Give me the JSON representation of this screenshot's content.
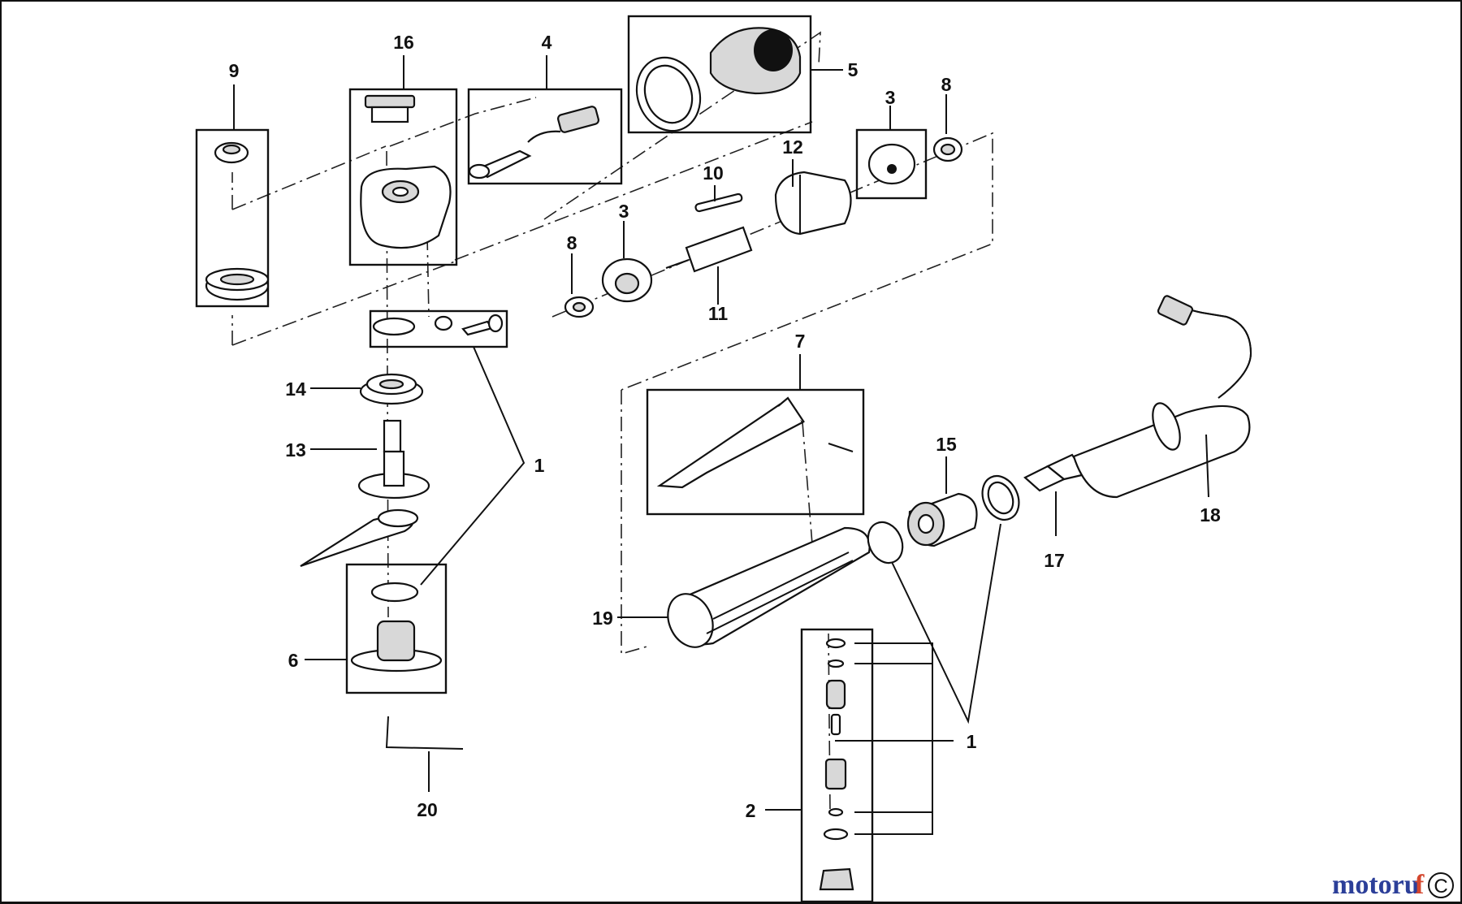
{
  "callouts": [
    {
      "id": "c9",
      "text": "9"
    },
    {
      "id": "c16",
      "text": "16"
    },
    {
      "id": "c4",
      "text": "4"
    },
    {
      "id": "c5",
      "text": "5"
    },
    {
      "id": "c3a",
      "text": "3"
    },
    {
      "id": "c8a",
      "text": "8"
    },
    {
      "id": "c12",
      "text": "12"
    },
    {
      "id": "c10",
      "text": "10"
    },
    {
      "id": "c3b",
      "text": "3"
    },
    {
      "id": "c8b",
      "text": "8"
    },
    {
      "id": "c11",
      "text": "11"
    },
    {
      "id": "c14",
      "text": "14"
    },
    {
      "id": "c13",
      "text": "13"
    },
    {
      "id": "c1a",
      "text": "1"
    },
    {
      "id": "c6",
      "text": "6"
    },
    {
      "id": "c20",
      "text": "20"
    },
    {
      "id": "c7",
      "text": "7"
    },
    {
      "id": "c15",
      "text": "15"
    },
    {
      "id": "c18",
      "text": "18"
    },
    {
      "id": "c17",
      "text": "17"
    },
    {
      "id": "c19",
      "text": "19"
    },
    {
      "id": "c1b",
      "text": "1"
    },
    {
      "id": "c2",
      "text": "2"
    }
  ],
  "watermark": {
    "part1": "motoru",
    "part2": "f",
    "badge": "C"
  }
}
